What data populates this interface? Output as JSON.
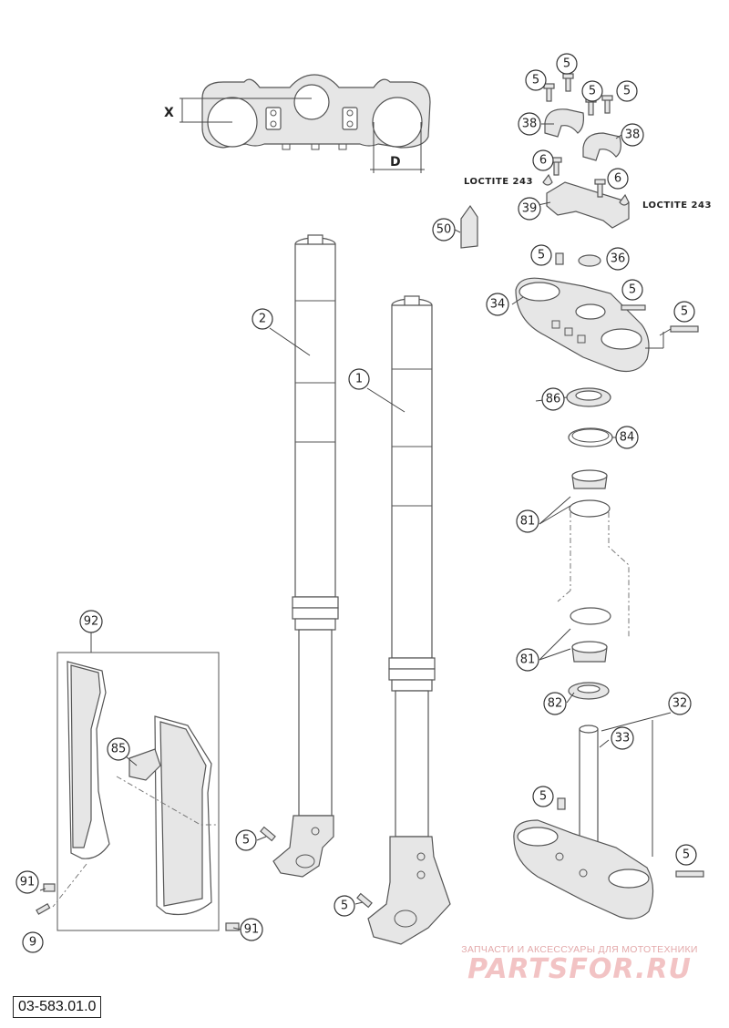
{
  "drawing_number": "03-583.01.0",
  "dimensions": {
    "x_label": "X",
    "d_label": "D"
  },
  "loctite_label": "LOCTITE 243",
  "watermark": {
    "tagline": "ЗАПЧАСТИ И АКСЕССУАРЫ ДЛЯ МОТОТЕХНИКИ",
    "logo": "PARTSFOR.RU"
  },
  "callouts": {
    "c5a": "5",
    "c5b": "5",
    "c5c": "5",
    "c5d": "5",
    "c38a": "38",
    "c38b": "38",
    "c6a": "6",
    "c6b": "6",
    "c39": "39",
    "c50": "50",
    "c5e": "5",
    "c36": "36",
    "c5f": "5",
    "c34": "34",
    "c5g": "5",
    "c86": "86",
    "c84": "84",
    "c81a": "81",
    "c81b": "81",
    "c82": "82",
    "c32": "32",
    "c33": "33",
    "c5h": "5",
    "c5i": "5",
    "c2": "2",
    "c1": "1",
    "c92": "92",
    "c85": "85",
    "c5j": "5",
    "c5k": "5",
    "c91a": "91",
    "c9": "9",
    "c91b": "91"
  }
}
